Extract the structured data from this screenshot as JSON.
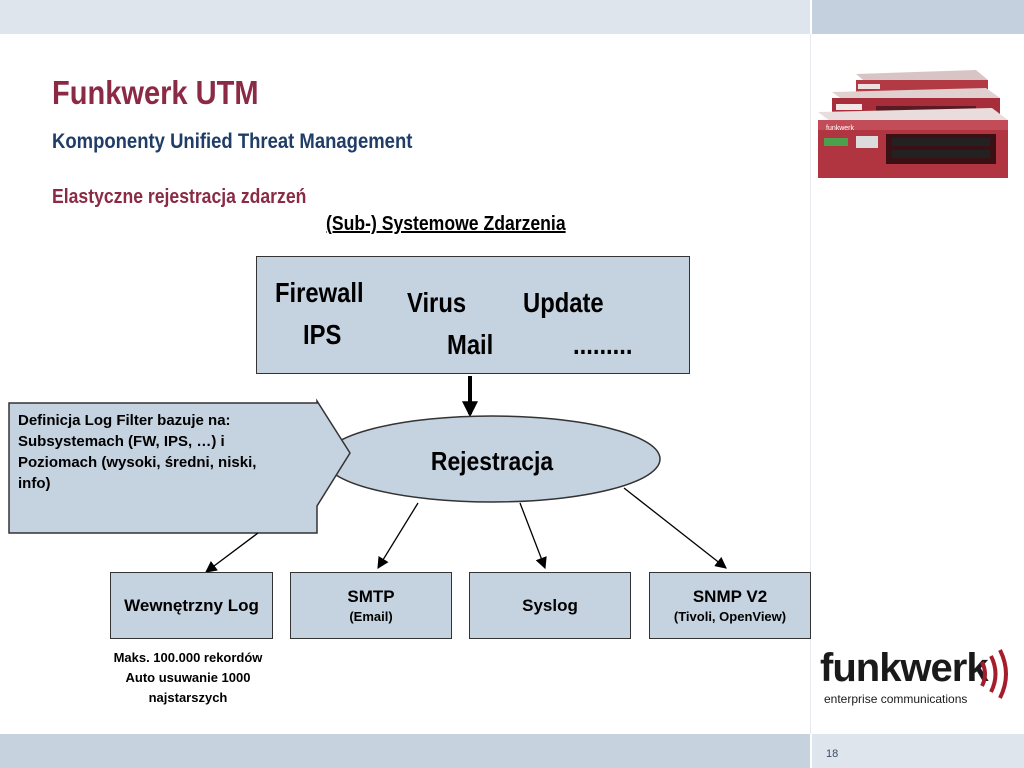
{
  "header": {
    "title": "Funkwerk UTM",
    "subtitle": "Komponenty Unified Threat Management",
    "subheading": "Elastyczne rejestracja zdarzeń"
  },
  "diagram": {
    "events_title": "(Sub-) Systemowe Zdarzenia",
    "events": {
      "firewall": "Firewall",
      "ips": "IPS",
      "virus": "Virus",
      "update": "Update",
      "mail": "Mail",
      "more": "........."
    },
    "logging_node": "Rejestracja",
    "callout": {
      "line1": "Definicja Log Filter bazuje na:",
      "line2": "Subsystemach (FW, IPS, …) i",
      "line3": "Poziomach (wysoki, średni, niski,",
      "line4": "info)"
    },
    "outputs": {
      "internal": "Wewnętrzny Log",
      "smtp": "SMTP",
      "smtp_sub": "(Email)",
      "syslog": "Syslog",
      "snmp": "SNMP V2",
      "snmp_sub": "(Tivoli, OpenView)"
    },
    "internal_note": {
      "line1": "Maks. 100.000 rekordów",
      "line2": "Auto usuwanie 1000",
      "line3": "najstarszych"
    }
  },
  "branding": {
    "logo_word": "funkwerk",
    "logo_tagline": "enterprise communications",
    "device_brand": "funkwerk",
    "accent_color": "#8b2a45",
    "brand_red": "#a51d2d"
  },
  "footer": {
    "page_number": "18"
  }
}
